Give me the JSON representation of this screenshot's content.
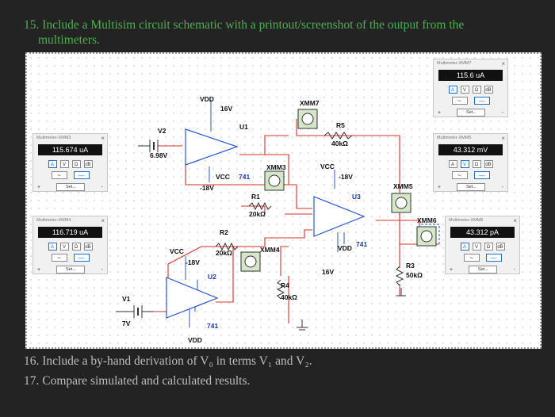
{
  "question15_line1": "15. Include a Multisim circuit schematic with a printout/screenshot of the output from the",
  "question15_line2": "multimeters.",
  "question16": "16. Include a by-hand derivation of V₀ in terms V₁ and V₂.",
  "question17": "17. Compare simulated and calculated results.",
  "meters": [
    {
      "title": "Multimeter-XMM7",
      "reading": "115.6 uA",
      "mode": "A"
    },
    {
      "title": "Multimeter-XMM3",
      "reading": "115.674 uA",
      "mode": "A"
    },
    {
      "title": "Multimeter-XMM5",
      "reading": "43.312 mV",
      "mode": "V"
    },
    {
      "title": "Multimeter-XMM4",
      "reading": "116.719 uA",
      "mode": "A"
    },
    {
      "title": "Multimeter-XMM6",
      "reading": "43.312 pA",
      "mode": "A"
    }
  ],
  "meter_buttons": {
    "amp": "A",
    "volt": "V",
    "ohm": "Ω",
    "db": "dB",
    "ac": "~",
    "dc": "—",
    "set": "Set...",
    "plus": "+",
    "minus": "-",
    "close": "×"
  },
  "labels": {
    "vdd1": "VDD",
    "v16a": "16V",
    "u1": "U1",
    "v2": "V2",
    "v2val": "6.98V",
    "vcc1": "VCC",
    "op741a": "741",
    "m18a": "-18V",
    "xmm3": "XMM3",
    "r1": "R1",
    "r1val": "20kΩ",
    "xmm7": "XMM7",
    "r5": "R5",
    "r5val": "40kΩ",
    "vcc2": "VCC",
    "m18b": "-18V",
    "u3": "U3",
    "vdd2": "VDD",
    "op741b": "741",
    "v16b": "16V",
    "xmm5": "XMM5",
    "xmm6": "XMM6",
    "r3": "R3",
    "r3val": "50kΩ",
    "r2": "R2",
    "r2val": "20kΩ",
    "vcc3": "VCC",
    "m18c": "-18V",
    "u2": "U2",
    "xmm4": "XMM4",
    "r4": "R4",
    "r4val": "40kΩ",
    "v1": "V1",
    "v1val": "7V",
    "op741c": "741",
    "vdd3": "VDD"
  },
  "colors": {
    "wire_red": "#d9302b",
    "wire_blue": "#2c56c9",
    "accent_green": "#4caf50"
  }
}
